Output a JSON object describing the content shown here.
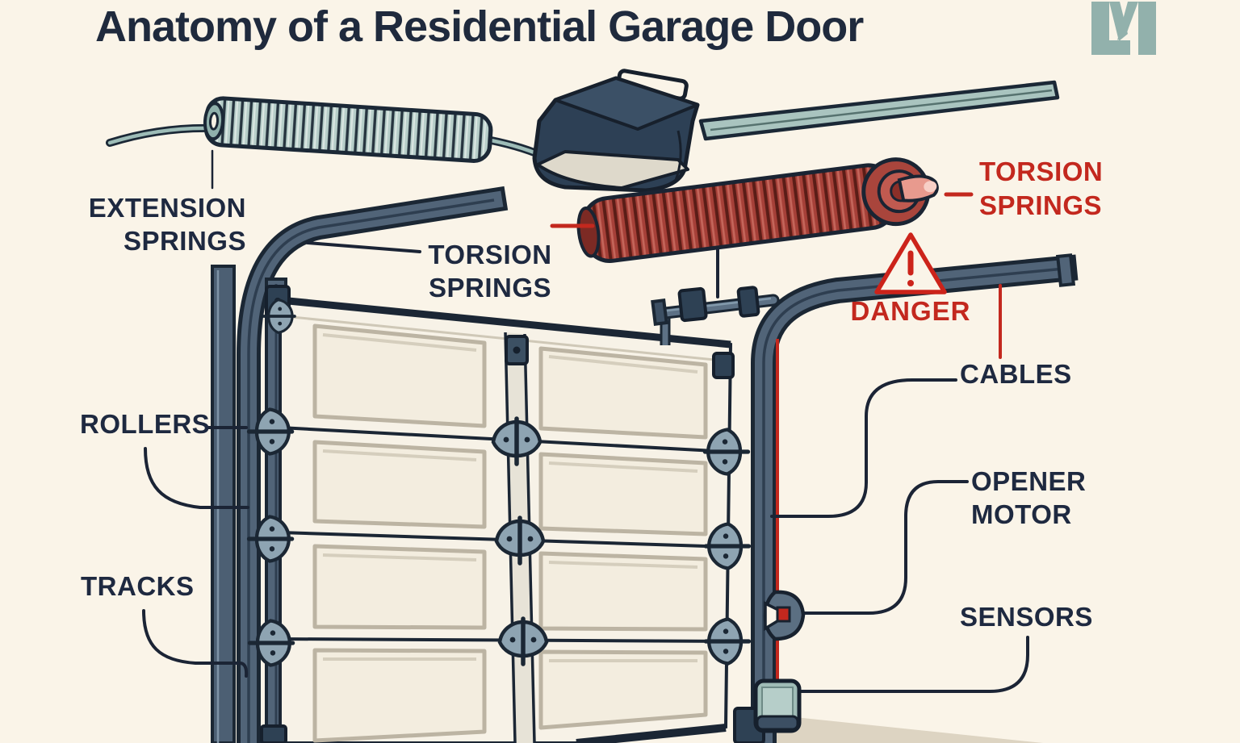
{
  "page": {
    "background_color": "#faf4e8",
    "accent_red": "#c3281e",
    "ink_navy": "#1e2940",
    "track_slate": "#516478",
    "spring_teal": "#b7cec9",
    "spring_red": "#a64038",
    "logo_teal": "#92b1ac"
  },
  "header": {
    "title": "Anatomy of a Residential Garage Door",
    "logo_icon": "lm-monogram-logo"
  },
  "labels": {
    "extension_springs": {
      "line1": "EXTENSION",
      "line2": "SPRINGS"
    },
    "torsion_springs_left": {
      "line1": "TORSION",
      "line2": "SPRINGS"
    },
    "torsion_springs_right": {
      "line1": "TORSION",
      "line2": "SPRINGS"
    },
    "danger": {
      "text": "DANGER",
      "icon": "warning-triangle-icon"
    },
    "cables": {
      "text": "CABLES"
    },
    "opener_motor": {
      "line1": "OPENER",
      "line2": "MOTOR"
    },
    "sensors": {
      "text": "SENSORS"
    },
    "rollers": {
      "text": "ROLLERS"
    },
    "tracks": {
      "text": "TRACKS"
    }
  },
  "diagram_parts": [
    "extension-spring",
    "opener-motor",
    "opener-rail",
    "torsion-spring",
    "torsion-shaft",
    "garage-door",
    "door-panels",
    "left-track",
    "right-track",
    "rollers-hinges",
    "photo-eye-sensor",
    "sensor-box",
    "danger-warning",
    "floor-shadow"
  ]
}
